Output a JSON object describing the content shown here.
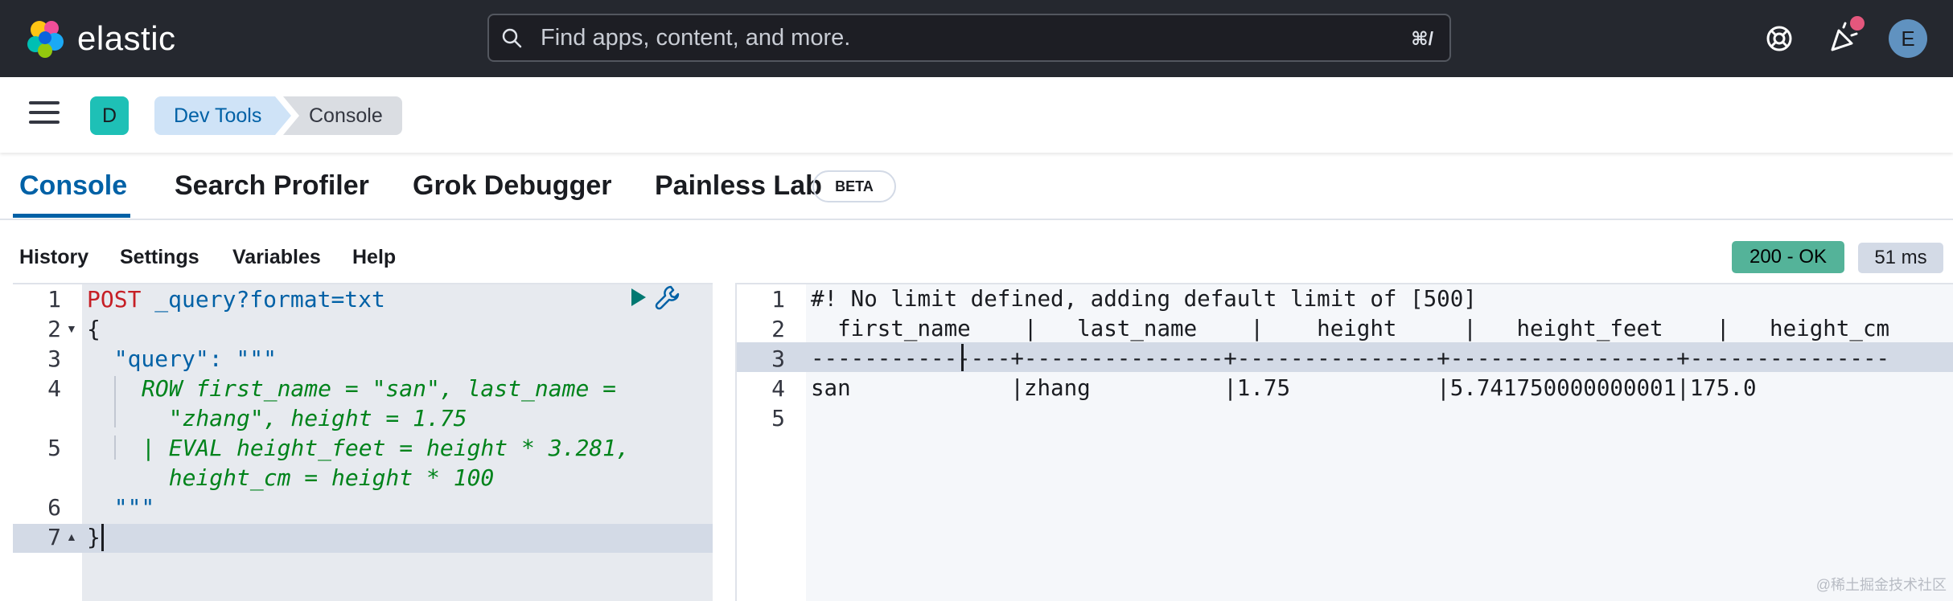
{
  "header": {
    "logo_text": "elastic",
    "search_placeholder": "Find apps, content, and more.",
    "search_shortcut": "⌘/",
    "avatar_initial": "E"
  },
  "breadcrumbs": {
    "space_initial": "D",
    "items": [
      "Dev Tools",
      "Console"
    ]
  },
  "tabs": [
    {
      "label": "Console",
      "active": true
    },
    {
      "label": "Search Profiler",
      "active": false
    },
    {
      "label": "Grok Debugger",
      "active": false
    },
    {
      "label": "Painless Lab",
      "active": false,
      "badge": "BETA"
    }
  ],
  "toolbar": {
    "items": [
      "History",
      "Settings",
      "Variables",
      "Help"
    ],
    "status": "200 - OK",
    "elapsed": "51 ms"
  },
  "request_editor": {
    "line_numbers": [
      "1",
      "2",
      "3",
      "4",
      "",
      "5",
      "",
      "6",
      "7"
    ],
    "lines": [
      {
        "method": "POST",
        "url": "_query?format=txt"
      },
      {
        "text": "{"
      },
      {
        "text": "  \"query\": \"\"\""
      },
      {
        "text": "ROW first_name = \"san\", last_name ="
      },
      {
        "text": "  \"zhang\", height = 1.75"
      },
      {
        "text": "| EVAL height_feet = height * 3.281,"
      },
      {
        "text": "  height_cm = height * 100"
      },
      {
        "text": "  \"\"\""
      },
      {
        "text": "}"
      }
    ]
  },
  "response_editor": {
    "line_numbers": [
      "1",
      "2",
      "3",
      "4",
      "5"
    ],
    "lines": [
      "#! No limit defined, adding default limit of [500]",
      "  first_name    |   last_name    |    height     |   height_feet    |   height_cm   ",
      "---------------+---------------+---------------+-----------------+---------------",
      "san            |zhang          |1.75           |5.741750000000001|175.0          ",
      ""
    ]
  },
  "watermark": "@稀土掘金技术社区",
  "colors": {
    "header_bg": "#25282f",
    "accent_blue": "#0061a6",
    "status_ok": "#54b399",
    "method_red": "#c61e25",
    "esql_green": "#00831b"
  }
}
